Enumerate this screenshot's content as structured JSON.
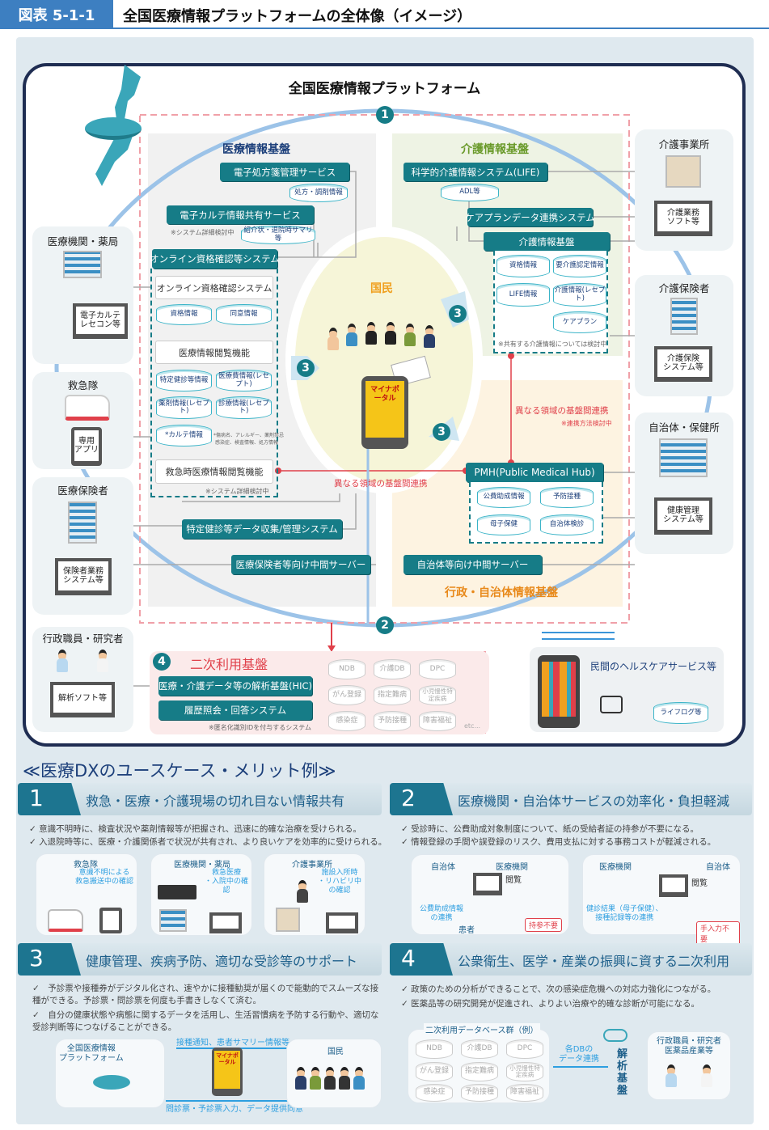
{
  "header": {
    "label": "図表 5-1-1",
    "title": "全国医療情報プラットフォームの全体像（イメージ）"
  },
  "platform": {
    "title": "全国医療情報プラットフォーム",
    "medical": {
      "title": "医療情報基盤",
      "e_prescription": "電子処方箋管理サービス",
      "prescription_db": "処方・調剤情報",
      "ehr_share": "電子カルテ情報共有サービス",
      "ehr_note": "※システム詳細検討中",
      "referral_db": "紹介状・退院時サマリ等",
      "online_system": "オンライン資格確認等システム",
      "online_check": "オンライン資格確認システム",
      "qual_db": "資格情報",
      "consent_db": "同意情報",
      "viewer": "医療情報閲覧機能",
      "checkup_db": "特定健診等情報",
      "cost_db": "医療費情報(レセプト)",
      "drug_db": "薬剤情報(レセプト)",
      "clinical_db": "診療情報(レセプト)",
      "karte_db": "*カルテ情報",
      "karte_note1": "*傷病名、アレルギー、薬剤禁忌",
      "karte_note2": "感染症、検査情報、処方情報",
      "emergency_viewer": "救急時医療情報閲覧機能",
      "emergency_note": "※システム詳細検討中",
      "checkup_system": "特定健診等データ収集/管理システム",
      "insurer_server": "医療保険者等向け中間サーバー"
    },
    "care": {
      "title": "介護情報基盤",
      "life": "科学的介護情報システム(LIFE)",
      "adl_db": "ADL等",
      "careplan_system": "ケアプランデータ連携システム",
      "care_base": "介護情報基盤",
      "qual_db": "資格情報",
      "cert_db": "要介護認定情報",
      "life_db": "LIFE情報",
      "receipt_db": "介護情報(レセプト)",
      "plan_db": "ケアプラン",
      "note": "※共有する介護情報については検討中"
    },
    "admin": {
      "title": "行政・自治体情報基盤",
      "pmh": "PMH(Public Medical Hub)",
      "subsidy_db": "公費助成情報",
      "vaccine_db": "予防接種",
      "maternal_db": "母子保健",
      "checkup_db": "自治体検診",
      "server": "自治体等向け中間サーバー"
    },
    "link_label": "異なる領域の基盤間連携",
    "link_label2": "異なる領域の基盤間連携",
    "link_note": "※連携方法検討中",
    "citizens": "国民",
    "portal": "マイナポータル",
    "numbers": [
      "1",
      "2",
      "3",
      "4"
    ],
    "left": [
      {
        "label": "医療機関・薬局",
        "device": "電子カルテ\nレセコン等"
      },
      {
        "label": "救急隊",
        "device": "専用\nアプリ"
      },
      {
        "label": "医療保険者",
        "device": "保険者業務\nシステム等"
      },
      {
        "label": "行政職員・研究者",
        "device": "解析ソフト等"
      }
    ],
    "right": [
      {
        "label": "介護事業所",
        "device": "介護業務\nソフト等"
      },
      {
        "label": "介護保険者",
        "device": "介護保険\nシステム等"
      },
      {
        "label": "自治体・保健所",
        "device": "健康管理\nシステム等"
      }
    ]
  },
  "secondary": {
    "title": "二次利用基盤",
    "hic": "医療・介護データ等の解析基盤(HIC)",
    "history": "履歴照会・回答システム",
    "note": "※匿名化識別IDを付与するシステム",
    "dbs": [
      "NDB",
      "介護DB",
      "DPC",
      "がん登録",
      "指定難病",
      "小児慢性特定疾病",
      "感染症",
      "予防接種",
      "障害福祉"
    ],
    "etc": "etc..."
  },
  "private": {
    "title": "民間のヘルスケアサービス等",
    "lifelog": "ライフログ等"
  },
  "usecases": {
    "heading": "≪医療DXのユースケース・メリット例≫",
    "items": [
      {
        "num": "1",
        "title": "救急・医療・介護現場の切れ目ない情報共有",
        "bullets": [
          "✓ 意識不明時に、検査状況や薬剤情報等が把握され、迅速に的確な治療を受けられる。",
          "✓ 入退院時等に、医療・介護関係者で状況が共有され、より良いケアを効率的に受けられる。"
        ],
        "cards": [
          {
            "label": "救急隊",
            "text": "意識不明による\n救急搬送中の確認"
          },
          {
            "label": "医療機関・薬局",
            "text": "救急医療\n・入院中の確認"
          },
          {
            "label": "介護事業所",
            "text": "施設入所時\n・リハビリ中の確認"
          }
        ]
      },
      {
        "num": "2",
        "title": "医療機関・自治体サービスの効率化・負担軽減",
        "bullets": [
          "✓ 受診時に、公費助成対象制度について、紙の受給者証の持参が不要になる。",
          "✓ 情報登録の手間や誤登録のリスク、費用支払に対する事務コストが軽減される。"
        ],
        "cards": [
          {
            "left": "自治体",
            "right": "医療機関",
            "view": "閲覧",
            "flow": "公費助成情報\nの連携",
            "who": "患者",
            "badge": "持参不要"
          },
          {
            "left": "医療機関",
            "right": "自治体",
            "view": "閲覧",
            "flow": "健診結果（母子保健）、\n接種記録等の連携",
            "badge": "手入力不要"
          }
        ]
      },
      {
        "num": "3",
        "title": "健康管理、疾病予防、適切な受診等のサポート",
        "bullets": [
          "✓　予診票や接種券がデジタル化され、速やかに接種勧奨が届くので能動的でスムーズな接種ができる。予診票・問診票を何度も手書きしなくて済む。",
          "✓　自分の健康状態や病態に関するデータを活用し、生活習慣病を予防する行動や、適切な受診判断等につなげることができる。"
        ],
        "platform": "全国医療情報\nプラットフォーム",
        "citizens": "国民",
        "top_arrow": "接種通知、患者サマリー情報等",
        "bottom_arrow": "問診票・予診票入力、データ提供同意",
        "portal": "マイナポータル"
      },
      {
        "num": "4",
        "title": "公衆衛生、医学・産業の振興に資する二次利用",
        "bullets": [
          "✓ 政策のための分析ができることで、次の感染症危機への対応力強化につながる。",
          "✓ 医薬品等の研究開発が促進され、よりよい治療や的確な診断が可能になる。"
        ],
        "db_group": "二次利用データベース群（例）",
        "dbs": [
          "NDB",
          "介護DB",
          "DPC",
          "がん登録",
          "指定難病",
          "小児慢性特定疾病",
          "感染症",
          "予防接種",
          "障害福祉"
        ],
        "arrow": "各DBの\nデータ連携",
        "base": "解析基盤",
        "users": "行政職員・研究者\n医薬品産業等"
      }
    ]
  },
  "colors": {
    "teal": "#167c87",
    "navy": "#1c3f7a",
    "care_green": "#6a9a2a",
    "admin_orange": "#e8891a",
    "link_red": "#e0404a",
    "header_blue": "#3d7fc1"
  }
}
